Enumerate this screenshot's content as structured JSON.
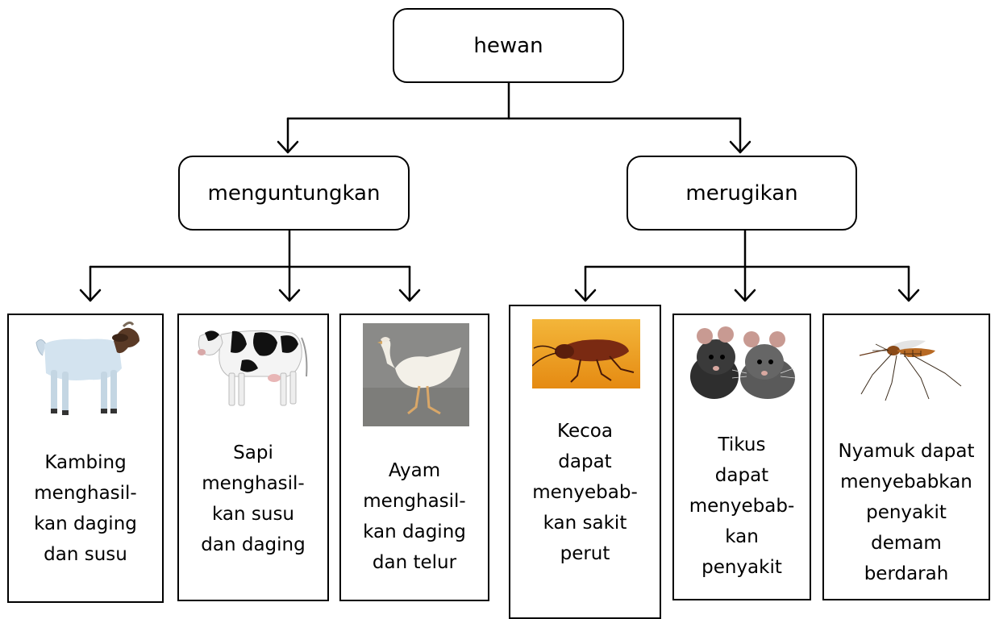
{
  "root": {
    "label": "hewan"
  },
  "categories": [
    {
      "label": "menguntungkan",
      "items": [
        {
          "name": "goat",
          "lines": [
            "Kambing",
            "menghasil-",
            "kan daging",
            "dan susu"
          ]
        },
        {
          "name": "cow",
          "lines": [
            "Sapi",
            "menghasil-",
            "kan susu",
            "dan daging"
          ]
        },
        {
          "name": "chicken",
          "lines": [
            "Ayam",
            "menghasil-",
            "kan daging",
            "dan telur"
          ]
        }
      ]
    },
    {
      "label": "merugikan",
      "items": [
        {
          "name": "cockroach",
          "lines": [
            "Kecoa",
            "dapat",
            "menyebab-",
            "kan sakit",
            "perut"
          ]
        },
        {
          "name": "rat",
          "lines": [
            "Tikus",
            "dapat",
            "menyebab-",
            "kan",
            "penyakit"
          ]
        },
        {
          "name": "mosquito",
          "lines": [
            "Nyamuk dapat",
            "menyebabkan",
            "penyakit",
            "demam",
            "berdarah"
          ]
        }
      ]
    }
  ]
}
